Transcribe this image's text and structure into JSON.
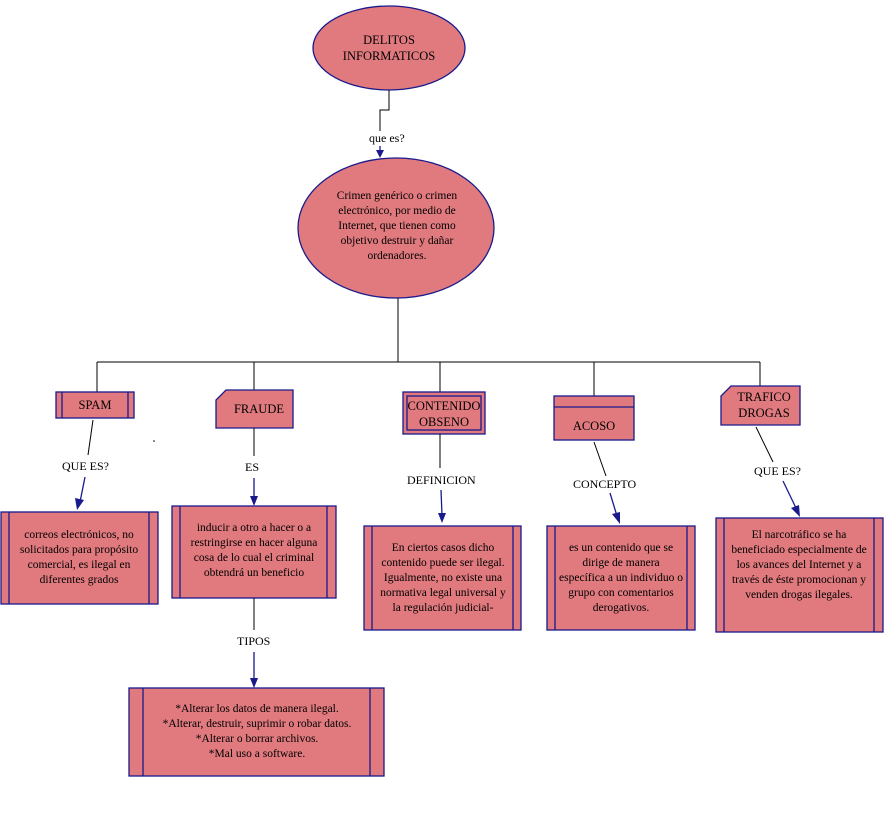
{
  "root": {
    "title_line1": "DELITOS",
    "title_line2": "INFORMATICOS"
  },
  "root_link": "que es?",
  "definition": "Crimen genérico o crimen electrónico, por medio de Internet, que tienen como objetivo destruir y dañar ordenadores.",
  "categories": [
    {
      "label": "SPAM",
      "link": "QUE ES?",
      "text": "correos electrónicos, no solicitados para propósito comercial, es ilegal en diferentes grados"
    },
    {
      "label": "FRAUDE",
      "link": "ES",
      "text": "inducir a otro a hacer o a restringirse en hacer alguna cosa de lo cual el criminal obtendrá un beneficio"
    },
    {
      "label_line1": "CONTENIDO",
      "label_line2": "OBSENO",
      "link": "DEFINICION",
      "text": "En ciertos casos dicho contenido puede ser ilegal. Igualmente, no existe una normativa legal universal y la regulación judicial-"
    },
    {
      "label": "ACOSO",
      "link": "CONCEPTO",
      "text": "es un contenido que se dirige de manera específica a un individuo o grupo con comentarios derogativos."
    },
    {
      "label_line1": "TRAFICO",
      "label_line2": "DROGAS",
      "link": "QUE ES?",
      "text": "El narcotráfico se ha beneficiado especialmente de los avances del Internet y a través de éste promocionan y venden drogas ilegales."
    }
  ],
  "fraude_types": {
    "link": "TIPOS",
    "items": [
      "*Alterar los datos de manera ilegal.",
      "*Alterar, destruir, suprimir o robar datos.",
      "*Alterar o borrar archivos.",
      "*Mal uso a software."
    ]
  },
  "colors": {
    "fill": "#e07a7e",
    "stroke": "#1a1a8c",
    "connector": "#000000"
  }
}
